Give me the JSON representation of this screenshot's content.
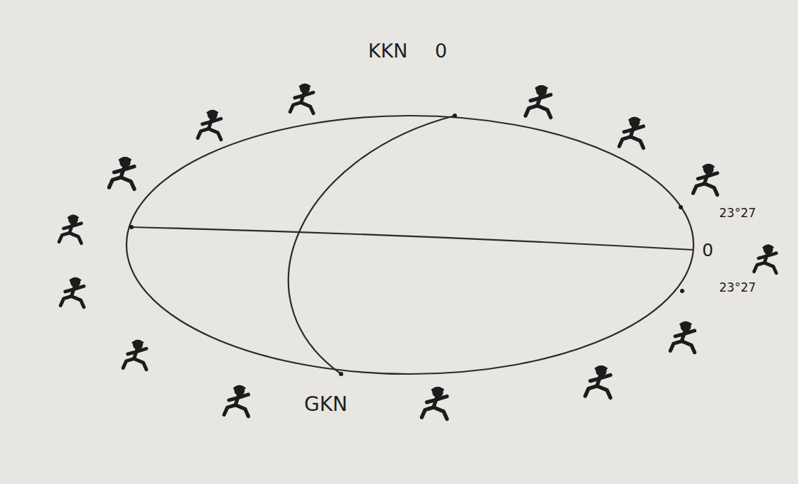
{
  "diagram": {
    "labels": [
      "KKN",
      "0",
      "23°27",
      "0",
      "23°27",
      "GKN"
    ]
  }
}
